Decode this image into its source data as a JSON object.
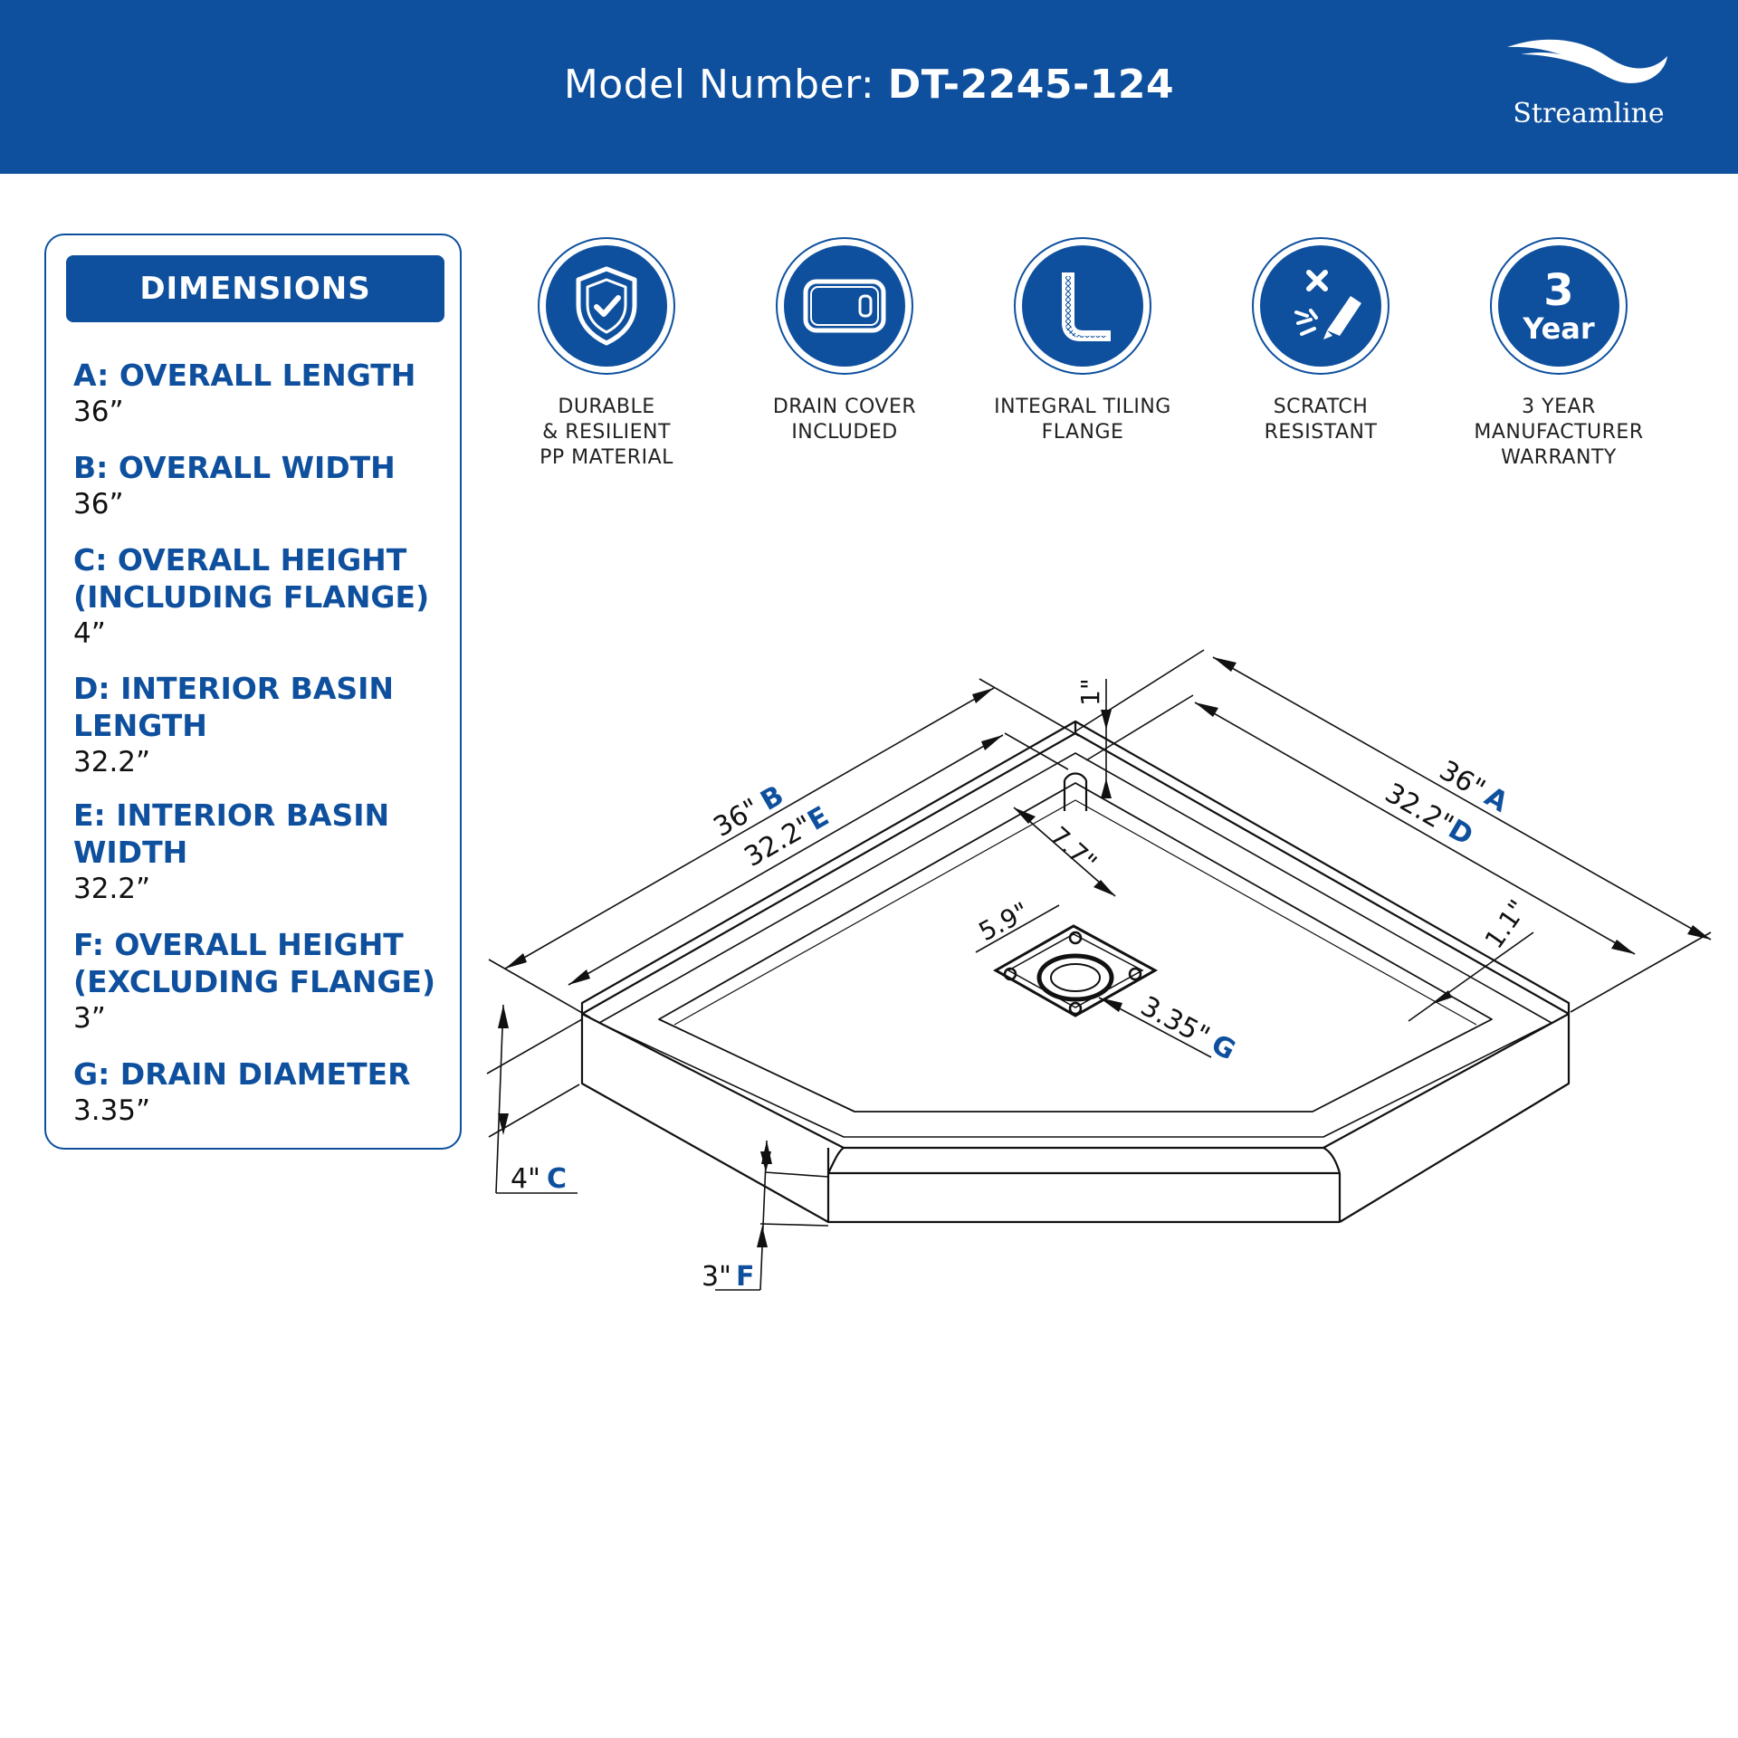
{
  "header": {
    "model_label": "Model Number: ",
    "model_number": "DT-2245-124",
    "brand": "Streamline"
  },
  "colors": {
    "brand_blue": "#0E509E",
    "text": "#111111",
    "background": "#FFFFFF"
  },
  "dimensions_panel": {
    "title": "DIMENSIONS",
    "items": [
      {
        "label": "A: OVERALL LENGTH",
        "value": "36”"
      },
      {
        "label": "B: OVERALL WIDTH",
        "value": "36”"
      },
      {
        "label": "C: OVERALL HEIGHT\n(INCLUDING FLANGE)",
        "value": "4”"
      },
      {
        "label": "D: INTERIOR BASIN\nLENGTH",
        "value": "32.2”"
      },
      {
        "label": "E: INTERIOR BASIN\nWIDTH",
        "value": "32.2”"
      },
      {
        "label": "F: OVERALL HEIGHT\n(EXCLUDING FLANGE)",
        "value": "3”"
      },
      {
        "label": "G: DRAIN DIAMETER",
        "value": "3.35”"
      }
    ]
  },
  "features": [
    {
      "icon": "shield-check-icon",
      "caption": "DURABLE\n& RESILIENT\nPP MATERIAL"
    },
    {
      "icon": "drain-cover-icon",
      "caption": "DRAIN COVER\nINCLUDED"
    },
    {
      "icon": "tiling-flange-icon",
      "caption": "INTEGRAL TILING\nFLANGE"
    },
    {
      "icon": "scratch-resistant-icon",
      "caption": "SCRATCH\nRESISTANT"
    },
    {
      "icon": "warranty-3-year-icon",
      "caption": "3 YEAR\nMANUFACTURER\nWARRANTY",
      "badge_number": "3",
      "badge_text": "Year"
    }
  ],
  "diagram_labels": {
    "a": {
      "value": "36\"",
      "letter": "A"
    },
    "b": {
      "value": "36\"",
      "letter": "B"
    },
    "c": {
      "value": "4\"",
      "letter": "C"
    },
    "d": {
      "value": "32.2\"",
      "letter": "D"
    },
    "e": {
      "value": "32.2\"",
      "letter": "E"
    },
    "f": {
      "value": "3\"",
      "letter": "F"
    },
    "g": {
      "value": "3.35\"",
      "letter": "G"
    },
    "flange_depth": "1\"",
    "rim_width": "1.1\"",
    "drain_offset": "7.7\"",
    "drain_plate": "5.9\""
  }
}
